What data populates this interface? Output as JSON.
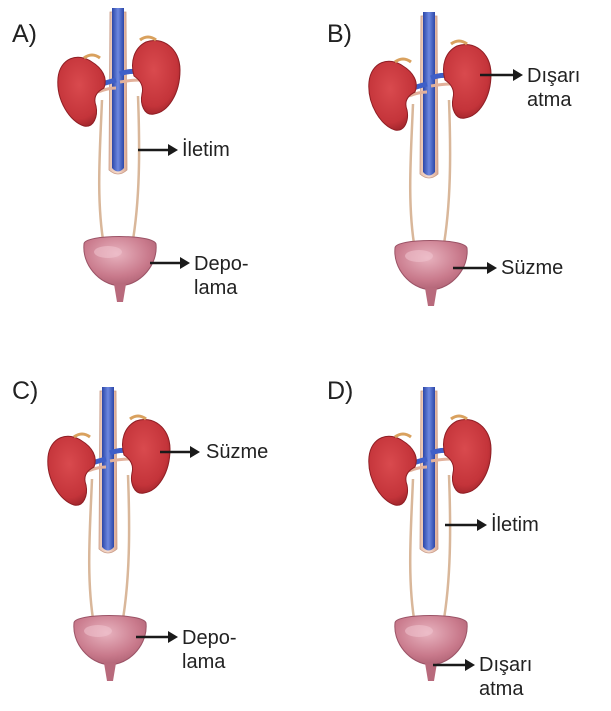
{
  "panels": [
    {
      "id": "A",
      "label": "A)",
      "annotations": [
        {
          "target": "vessel",
          "line1": "İletim",
          "line2": ""
        },
        {
          "target": "bladder",
          "line1": "Depo-",
          "line2": "lama"
        }
      ]
    },
    {
      "id": "B",
      "label": "B)",
      "annotations": [
        {
          "target": "kidney",
          "line1": "Dışarı",
          "line2": "atma"
        },
        {
          "target": "bladder",
          "line1": "Süzme",
          "line2": ""
        }
      ]
    },
    {
      "id": "C",
      "label": "C)",
      "annotations": [
        {
          "target": "kidney",
          "line1": "Süzme",
          "line2": ""
        },
        {
          "target": "bladder",
          "line1": "Depo-",
          "line2": "lama"
        }
      ]
    },
    {
      "id": "D",
      "label": "D)",
      "annotations": [
        {
          "target": "vessel",
          "line1": "İletim",
          "line2": ""
        },
        {
          "target": "urethra",
          "line1": "Dışarı",
          "line2": "atma"
        }
      ]
    }
  ],
  "colors": {
    "kidney": "#c4343a",
    "kidney_dark": "#8f1e24",
    "vein": "#3f5fc8",
    "artery_tint": "#e8b9a3",
    "ureter": "#d9b79a",
    "bladder": "#c9788c",
    "bladder_light": "#e3a8b6",
    "arrow": "#1a1a1a"
  }
}
